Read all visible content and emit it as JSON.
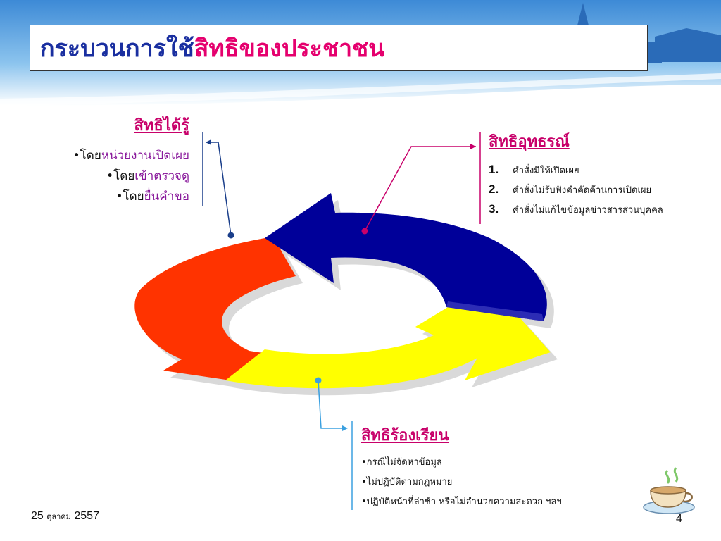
{
  "title": {
    "main": "กระบวนการใช้",
    "highlight": "สิทธิของประชาชน"
  },
  "rights_to_know": {
    "heading": "สิทธิได้รู้",
    "items": [
      {
        "prefix": "•โดย",
        "emphasis": "หน่วยงานเปิดเผย"
      },
      {
        "prefix": "•โดย",
        "emphasis": "เข้าตรวจดู"
      },
      {
        "prefix": "•โดย",
        "emphasis": "ยื่นคำขอ"
      }
    ]
  },
  "rights_to_appeal": {
    "heading": "สิทธิอุทธรณ์",
    "items": [
      {
        "num": "1.",
        "text": "คำสั่งมิให้เปิดเผย"
      },
      {
        "num": "2.",
        "text": "คำสั่งไม่รับฟังคำคัดค้านการเปิดเผย"
      },
      {
        "num": "3.",
        "text": "คำสั่งไม่แก้ไขข้อมูลข่าวสารส่วนบุคคล"
      }
    ]
  },
  "rights_to_complain": {
    "heading": "สิทธิร้องเรียน",
    "items": [
      "•กรณีไม่จัดหาข้อมูล",
      "•ไม่ปฏิบัติตามกฎหมาย",
      "•ปฏิบัติหน้าที่ล่าช้า หรือไม่อำนวยความสะดวก ฯลฯ"
    ]
  },
  "footer": {
    "day": "25",
    "month": "ตุลาคม",
    "year": "2557",
    "page": "4"
  },
  "colors": {
    "red_arrow": "#ff3300",
    "blue_arrow": "#000099",
    "yellow_arrow": "#ffff00",
    "title_blue": "#1a2fa0",
    "highlight_pink": "#e5006e"
  }
}
